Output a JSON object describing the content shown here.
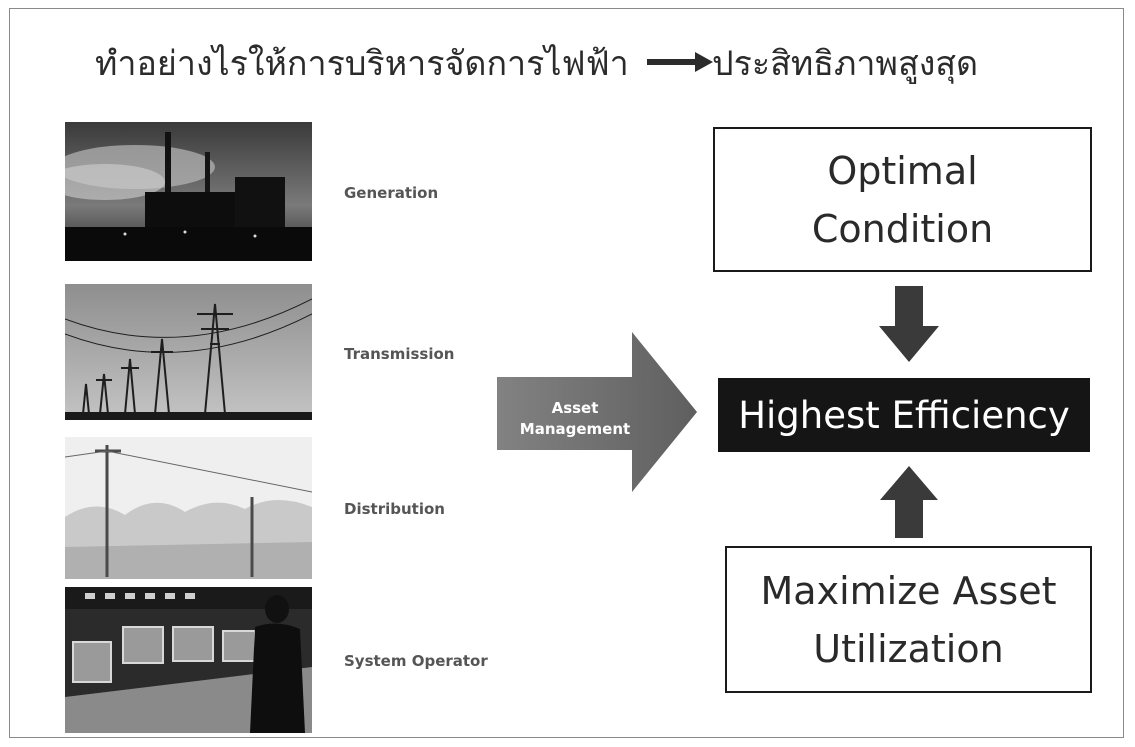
{
  "title": {
    "left": "ทำอย่างไรให้การบริหารจัดการไฟฟ้า",
    "right": "ประสิทธิภาพสูงสุด",
    "arrow_icon": "arrow-right-icon"
  },
  "segments": [
    {
      "label": "Generation",
      "image": "power-plant-photo"
    },
    {
      "label": "Transmission",
      "image": "transmission-towers-photo"
    },
    {
      "label": "Distribution",
      "image": "distribution-poles-photo"
    },
    {
      "label": "System Operator",
      "image": "control-room-photo"
    }
  ],
  "center_arrow": {
    "line1": "Asset",
    "line2": "Management",
    "color": "#6d6d6d"
  },
  "goals": {
    "top_line1": "Optimal",
    "top_line2": "Condition",
    "middle": "Highest Efficiency",
    "bottom_line1": "Maximize Asset",
    "bottom_line2": "Utilization"
  },
  "colors": {
    "dark": "#151515",
    "arrow_dark": "#3a3a3a",
    "caption": "#555555"
  }
}
